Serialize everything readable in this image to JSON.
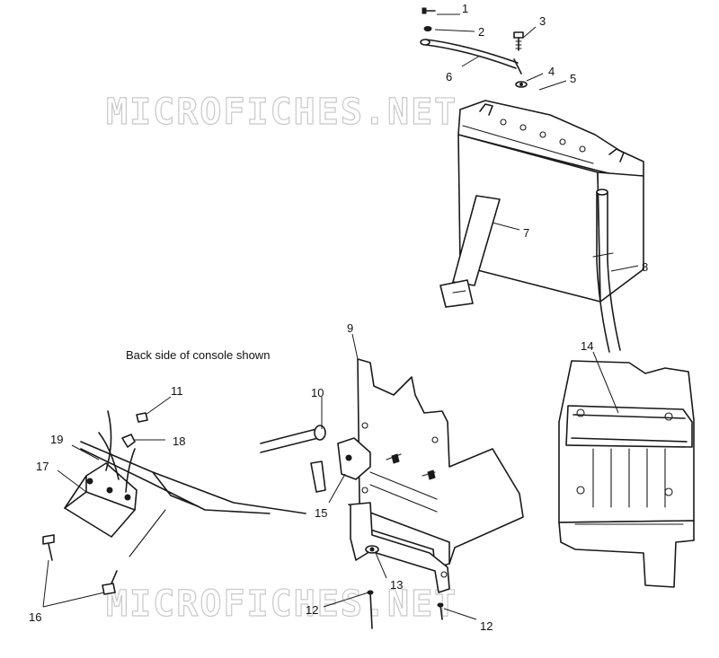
{
  "caption": "Back side of console shown",
  "watermark": "MICROFICHES.NET",
  "callouts": [
    "1",
    "2",
    "3",
    "4",
    "5",
    "6",
    "7",
    "8",
    "9",
    "10",
    "11",
    "12",
    "12",
    "13",
    "14",
    "15",
    "16",
    "17",
    "18",
    "19"
  ],
  "colors": {
    "line": "#1a1a1a",
    "watermark": "#c9c9c9",
    "background": "#ffffff"
  }
}
